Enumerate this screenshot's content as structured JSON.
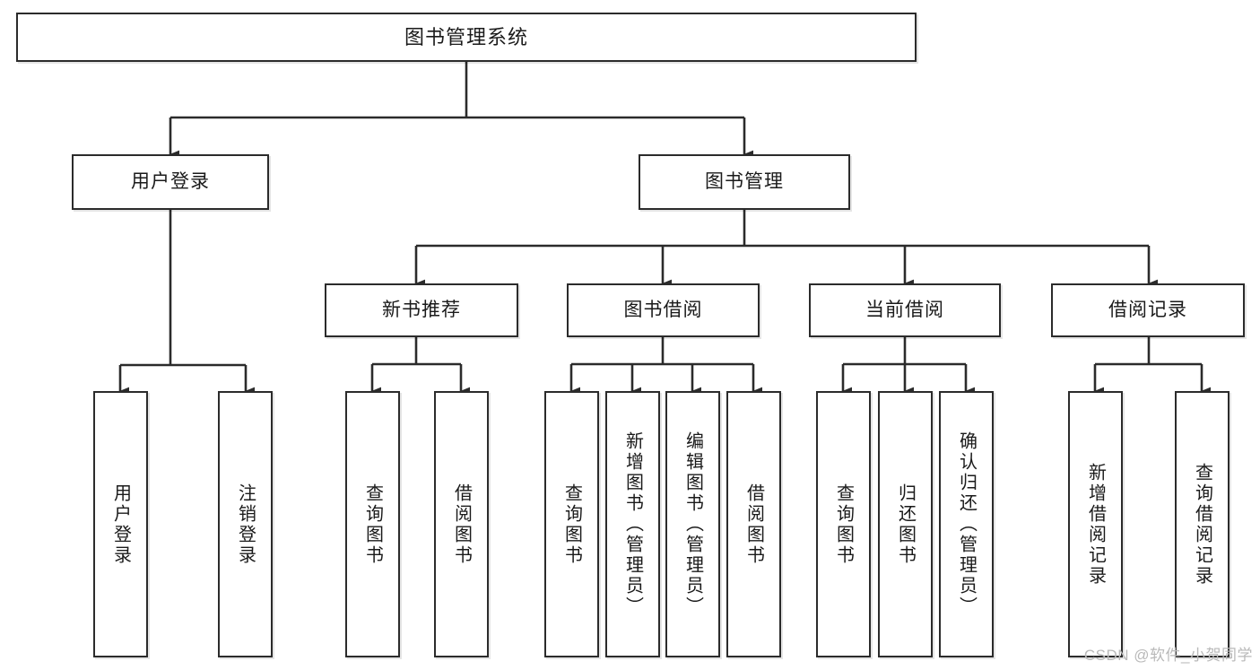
{
  "diagram": {
    "title": "图书管理系统",
    "type": "tree",
    "watermark": "CSDN @软件_小贺同学",
    "colors": {
      "box_border": "#2b2b2b",
      "box_fill": "#ffffff",
      "connector": "#2b2b2b",
      "text": "#1a1a1a",
      "watermark": "#b9b9b9"
    },
    "nodes": {
      "root": {
        "label": "图书管理系统",
        "level": 1
      },
      "user_login": {
        "label": "用户登录",
        "level": 2
      },
      "book_manage": {
        "label": "图书管理",
        "level": 2
      },
      "new_book_rec": {
        "label": "新书推荐",
        "level": 3
      },
      "book_borrow": {
        "label": "图书借阅",
        "level": 3
      },
      "current_borrow": {
        "label": "当前借阅",
        "level": 3
      },
      "borrow_record": {
        "label": "借阅记录",
        "level": 3
      },
      "leaf_user_login": {
        "label": "用户登录",
        "level": 4
      },
      "leaf_logout": {
        "label": "注销登录",
        "level": 4
      },
      "leaf_query_book_1": {
        "label": "查询图书",
        "level": 4
      },
      "leaf_borrow_book_1": {
        "label": "借阅图书",
        "level": 4
      },
      "leaf_query_book_2": {
        "label": "查询图书",
        "level": 4
      },
      "leaf_add_book": {
        "label": "新增图书（管理员）",
        "level": 4
      },
      "leaf_edit_book": {
        "label": "编辑图书（管理员）",
        "level": 4
      },
      "leaf_borrow_book_2": {
        "label": "借阅图书",
        "level": 4
      },
      "leaf_query_book_3": {
        "label": "查询图书",
        "level": 4
      },
      "leaf_return_book": {
        "label": "归还图书",
        "level": 4
      },
      "leaf_confirm_return": {
        "label": "确认归还（管理员）",
        "level": 4
      },
      "leaf_add_record": {
        "label": "新增借阅记录",
        "level": 4
      },
      "leaf_query_record": {
        "label": "查询借阅记录",
        "level": 4
      }
    },
    "edges": [
      {
        "from": "root",
        "to": "user_login"
      },
      {
        "from": "root",
        "to": "book_manage"
      },
      {
        "from": "user_login",
        "to": "leaf_user_login"
      },
      {
        "from": "user_login",
        "to": "leaf_logout"
      },
      {
        "from": "book_manage",
        "to": "new_book_rec"
      },
      {
        "from": "book_manage",
        "to": "book_borrow"
      },
      {
        "from": "book_manage",
        "to": "current_borrow"
      },
      {
        "from": "book_manage",
        "to": "borrow_record"
      },
      {
        "from": "new_book_rec",
        "to": "leaf_query_book_1"
      },
      {
        "from": "new_book_rec",
        "to": "leaf_borrow_book_1"
      },
      {
        "from": "book_borrow",
        "to": "leaf_query_book_2"
      },
      {
        "from": "book_borrow",
        "to": "leaf_add_book"
      },
      {
        "from": "book_borrow",
        "to": "leaf_edit_book"
      },
      {
        "from": "book_borrow",
        "to": "leaf_borrow_book_2"
      },
      {
        "from": "current_borrow",
        "to": "leaf_query_book_3"
      },
      {
        "from": "current_borrow",
        "to": "leaf_return_book"
      },
      {
        "from": "current_borrow",
        "to": "leaf_confirm_return"
      },
      {
        "from": "borrow_record",
        "to": "leaf_add_record"
      },
      {
        "from": "borrow_record",
        "to": "leaf_query_record"
      }
    ]
  }
}
